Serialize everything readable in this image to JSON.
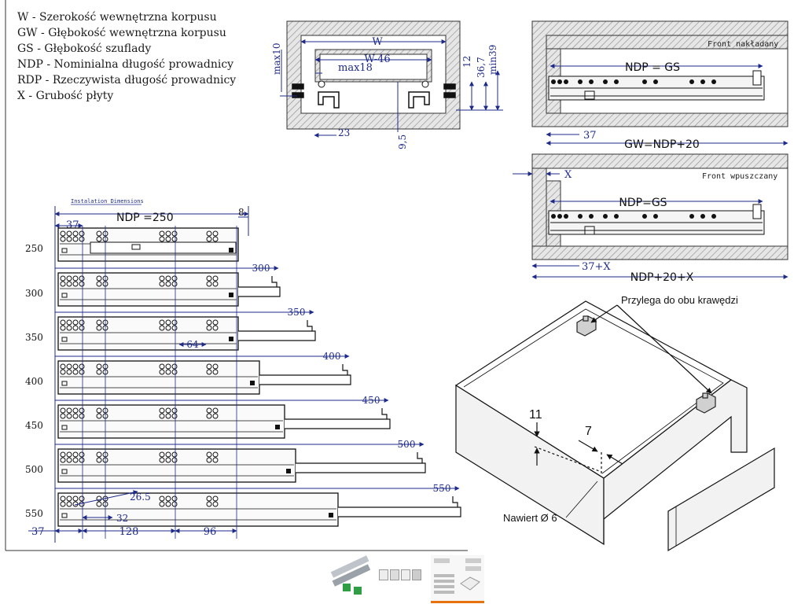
{
  "legend": [
    "W - Szerokość wewnętrzna korpusu",
    "GW - Głębokość wewnętrzna korpusu",
    "GS - Głębokość szuflady",
    "NDP - Nominialna długość prowadnicy",
    "RDP - Rzeczywista długość prowadnicy",
    "X - Grubość płyty"
  ],
  "section": {
    "w": "W",
    "w46": "W-46",
    "max10": "max10",
    "max18": "max18",
    "d12": "12",
    "d367": "36,7",
    "min39": "min39",
    "d23": "23",
    "d95": "9,5"
  },
  "side_top": {
    "front": "Front nakładany",
    "ndp": "NDP = GS",
    "d37": "37",
    "gw": "GW=NDP+20"
  },
  "side_bottom": {
    "x": "X",
    "front": "Front wpuszczany",
    "ndp": "NDP=GS",
    "d37x": "37+X",
    "total": "NDP+20+X"
  },
  "slides": {
    "install": "Instalation Dimensions",
    "ndp250": "NDP =250",
    "d8": "8",
    "d37top": "37",
    "sizes": [
      "250",
      "300",
      "350",
      "400",
      "450",
      "500",
      "550"
    ],
    "rails": [
      "300",
      "350",
      "400",
      "450",
      "500",
      "550"
    ],
    "d64": "64",
    "d26": "26.5",
    "d32": "32",
    "d37": "37",
    "d128": "128",
    "d96": "96"
  },
  "iso": {
    "note": "Przylega do obu krawędzi",
    "d11": "11",
    "d7": "7",
    "hole": "Nawiert Ø 6"
  },
  "colors": {
    "dim": "#1d2a8a",
    "hatch": "#8a8a8a",
    "wall": "#d9d9d9",
    "line": "#222222",
    "accent": "#e5720f"
  }
}
